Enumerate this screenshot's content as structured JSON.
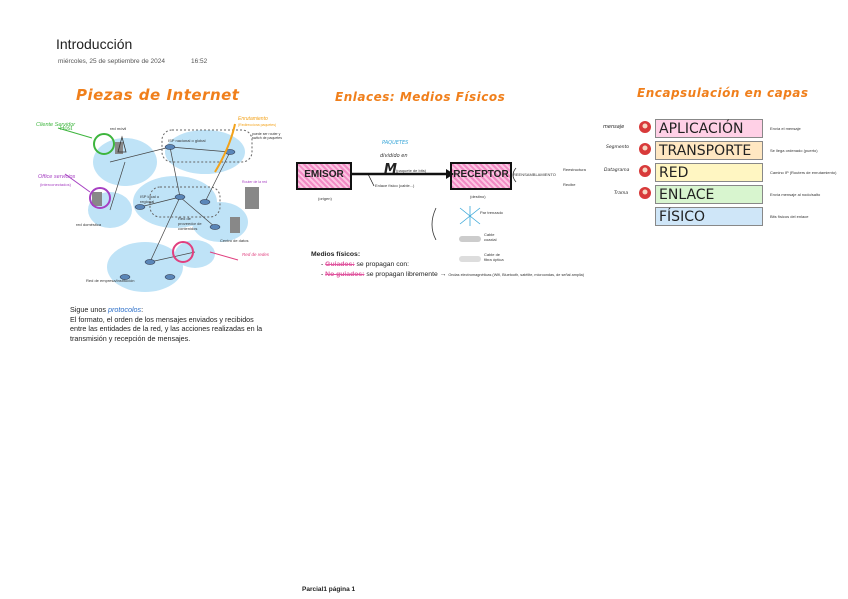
{
  "page": {
    "title": "Introducción",
    "date": "miércoles, 25 de septiembre de 2024",
    "time": "16:52",
    "footer": "Parcial1 página 1"
  },
  "sections": {
    "piezas": "Piezas de Internet",
    "enlaces": "Enlaces: Medios Físicos",
    "encapsulacion": "Encapsulación en capas"
  },
  "network_diagram": {
    "cliente_servidor": "Cliente Servidor",
    "host": "Host",
    "office_servicios": "Office servicios",
    "office_sub": "(interconectados)",
    "red_movil": "red móvil",
    "isp_global": "ISP nacional o global",
    "isp_local": "ISP local o regional",
    "red_domestica": "red doméstica",
    "red_empresarial": "Red de empresa/institución",
    "red_proveedor": "Red de proveedor de contenidos",
    "centro_datos": "Centro de datos",
    "enrutamiento": "Enrutamiento",
    "enrutamiento_sub": "(Redirecciona paquetes)",
    "switch_label": "puede ser router y switch de paquetes",
    "routers_label": "Router de la red",
    "redes_label": "Red de redes"
  },
  "enlaces": {
    "emisor": "EMISOR",
    "receptor": "RECEPTOR",
    "origen": "(origen)",
    "destino": "(destino)",
    "paquetes": "PAQUETES",
    "dividido": "dividido en",
    "m_label": "M",
    "m_sub": "(paquete de bits)",
    "enlace_fisico": "Enlace físico (cable...)",
    "reensamblado": "REENSAMBLAMIENTO",
    "reestructura": "Reestructura",
    "recibe": "Recibe",
    "fibra": "Fibra óptica",
    "par_trenzado": "Par trenzado",
    "coaxial": "Cable coaxial",
    "radio": "Cable de fibra óptica"
  },
  "medios": {
    "heading": "Medios físicos:",
    "guiados_term": "Guiados:",
    "guiados_text": " se propagan con:",
    "no_guiados_term": "No guiados:",
    "no_guiados_text": " se propagan libremente",
    "no_guiados_extra": "Ondas electromagnéticas (Wifi, Bluetooth, satélite, microondas, de señal amplia)"
  },
  "protocolos": {
    "lead": "Sigue unos ",
    "term": "protocolos",
    "lead_end": ":",
    "text": "El formato, el orden de los mensajes enviados y recibidos entre las entidades de la red, y las acciones realizadas en la transmisión y recepción de mensajes."
  },
  "capas": {
    "layers": [
      {
        "name": "APLICACIÓN",
        "color": "#ffd0e6",
        "side": "mensaje",
        "note": "Envía el mensaje"
      },
      {
        "name": "TRANSPORTE",
        "color": "#ffe7c2",
        "side": "Segmento",
        "note": "Se llega ordenado (puerto)"
      },
      {
        "name": "RED",
        "color": "#fff6c2",
        "side": "Datagrama",
        "note": "Camino IP (Routers de enrutamiento)"
      },
      {
        "name": "ENLACE",
        "color": "#d8f5cf",
        "side": "Trama",
        "note": "Envía mensaje al nodo/salto"
      },
      {
        "name": "FÍSICO",
        "color": "#cfe6f8",
        "side": "",
        "note": "Bits físicos del enlace"
      }
    ]
  }
}
